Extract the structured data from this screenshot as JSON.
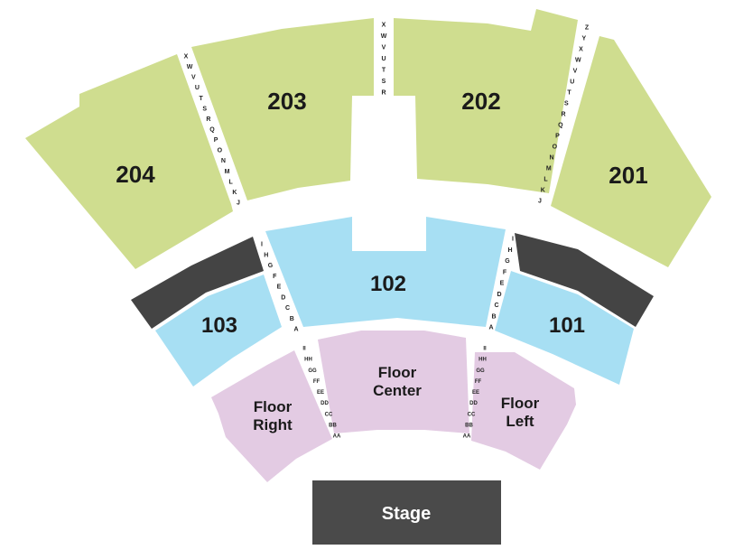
{
  "colors": {
    "upper": "#cfdd8f",
    "middle": "#a7dff3",
    "floor": "#e3cbe3",
    "dark": "#444444",
    "stage": "#4a4a4a",
    "aisle": "#ffffff"
  },
  "sections": {
    "s204": "204",
    "s203": "203",
    "s202": "202",
    "s201": "201",
    "s103": "103",
    "s102": "102",
    "s101": "101",
    "floor_right_1": "Floor",
    "floor_right_2": "Right",
    "floor_center_1": "Floor",
    "floor_center_2": "Center",
    "floor_left_1": "Floor",
    "floor_left_2": "Left"
  },
  "stage": "Stage",
  "rows": {
    "aisle_204_203": [
      "X",
      "W",
      "V",
      "U",
      "T",
      "S",
      "R",
      "Q",
      "P",
      "O",
      "N",
      "M",
      "L",
      "K",
      "J"
    ],
    "aisle_203_202": [
      "X",
      "W",
      "V",
      "U",
      "T",
      "S",
      "R"
    ],
    "aisle_202_201": [
      "Z",
      "Y",
      "X",
      "W",
      "V",
      "U",
      "T",
      "S",
      "R",
      "Q",
      "P",
      "O",
      "N",
      "M",
      "L",
      "K",
      "J"
    ],
    "aisle_103_102": [
      "I",
      "H",
      "G",
      "F",
      "E",
      "D",
      "C",
      "B",
      "A"
    ],
    "aisle_102_101": [
      "I",
      "H",
      "G",
      "F",
      "E",
      "D",
      "C",
      "B",
      "A"
    ],
    "aisle_floor_left": [
      "II",
      "HH",
      "GG",
      "FF",
      "EE",
      "DD",
      "CC",
      "BB",
      "AA"
    ],
    "aisle_floor_right": [
      "II",
      "HH",
      "GG",
      "FF",
      "EE",
      "DD",
      "CC",
      "BB",
      "AA"
    ]
  }
}
